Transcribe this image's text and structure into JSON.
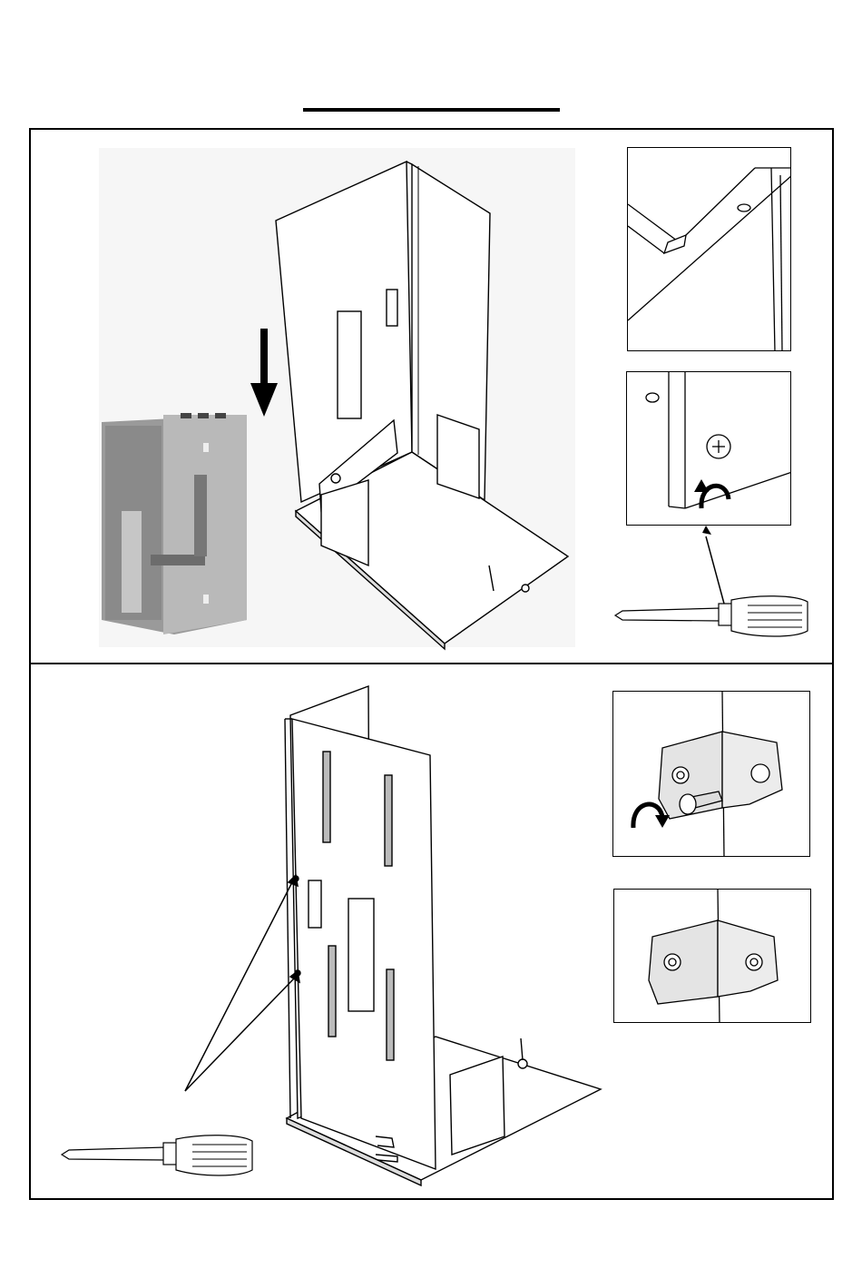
{
  "document": {
    "type": "assembly-instructions",
    "title": "",
    "steps": [
      {
        "id": "step-1",
        "illustrations": [
          "assembled-cabinet-photo",
          "cabinet-frame",
          "panel-edge-detail",
          "screw-detail"
        ],
        "icons": [
          "arrow-down-icon",
          "arrow-diagonal-icon",
          "rotate-arrow-icon",
          "screwdriver-icon"
        ]
      },
      {
        "id": "step-2",
        "illustrations": [
          "cabinet-frame-side-view",
          "bracket-screw-detail",
          "bracket-fixed-detail"
        ],
        "icons": [
          "rotate-arrow-icon",
          "screwdriver-icon"
        ]
      }
    ]
  }
}
